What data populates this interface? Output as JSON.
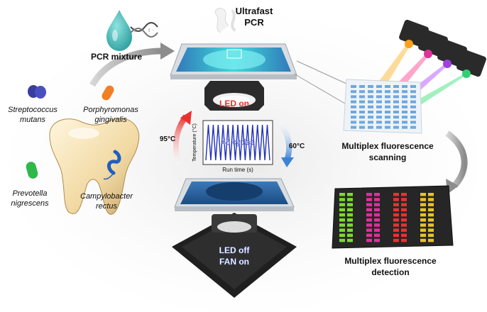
{
  "title": {
    "line1": "Ultrafast",
    "line2": "PCR"
  },
  "pcr_mixture": "PCR mixture",
  "bacteria": {
    "strep_line1": "Streptococcus",
    "strep_line2": "mutans",
    "porph_line1": "Porphyromonas",
    "porph_line2": "gingivalis",
    "prev_line1": "Prevotella",
    "prev_line2": "nigrescens",
    "campy_line1": "Campylobacter",
    "campy_line2": "rectus"
  },
  "heating": {
    "led_on": "LED on",
    "temp_high": "95°C"
  },
  "cooling": {
    "led_off": "LED off",
    "fan_on": "FAN on",
    "temp_low": "60°C"
  },
  "thermal_plot": {
    "ylabel": "Temperature (°C)",
    "xlabel": "Run time (s)",
    "cycles_label": "45 cycles",
    "cycle_count": 13
  },
  "scanning": {
    "line1": "Multiplex fluorescence",
    "line2": "scanning"
  },
  "detection": {
    "line1": "Multiplex fluorescence",
    "line2": "detection"
  },
  "colors": {
    "heat_arrow": "#e8322f",
    "cool_arrow": "#3b82d8",
    "wave": "#1f2fb8",
    "green": "#7ddb2a",
    "magenta": "#e0309a",
    "red": "#e83232",
    "yellow": "#e8c228"
  },
  "detection_columns": [
    "green",
    "magenta",
    "red",
    "yellow"
  ],
  "laser_beams": [
    "#ffb020",
    "#ff3a8c",
    "#b040ff",
    "#30e070"
  ]
}
